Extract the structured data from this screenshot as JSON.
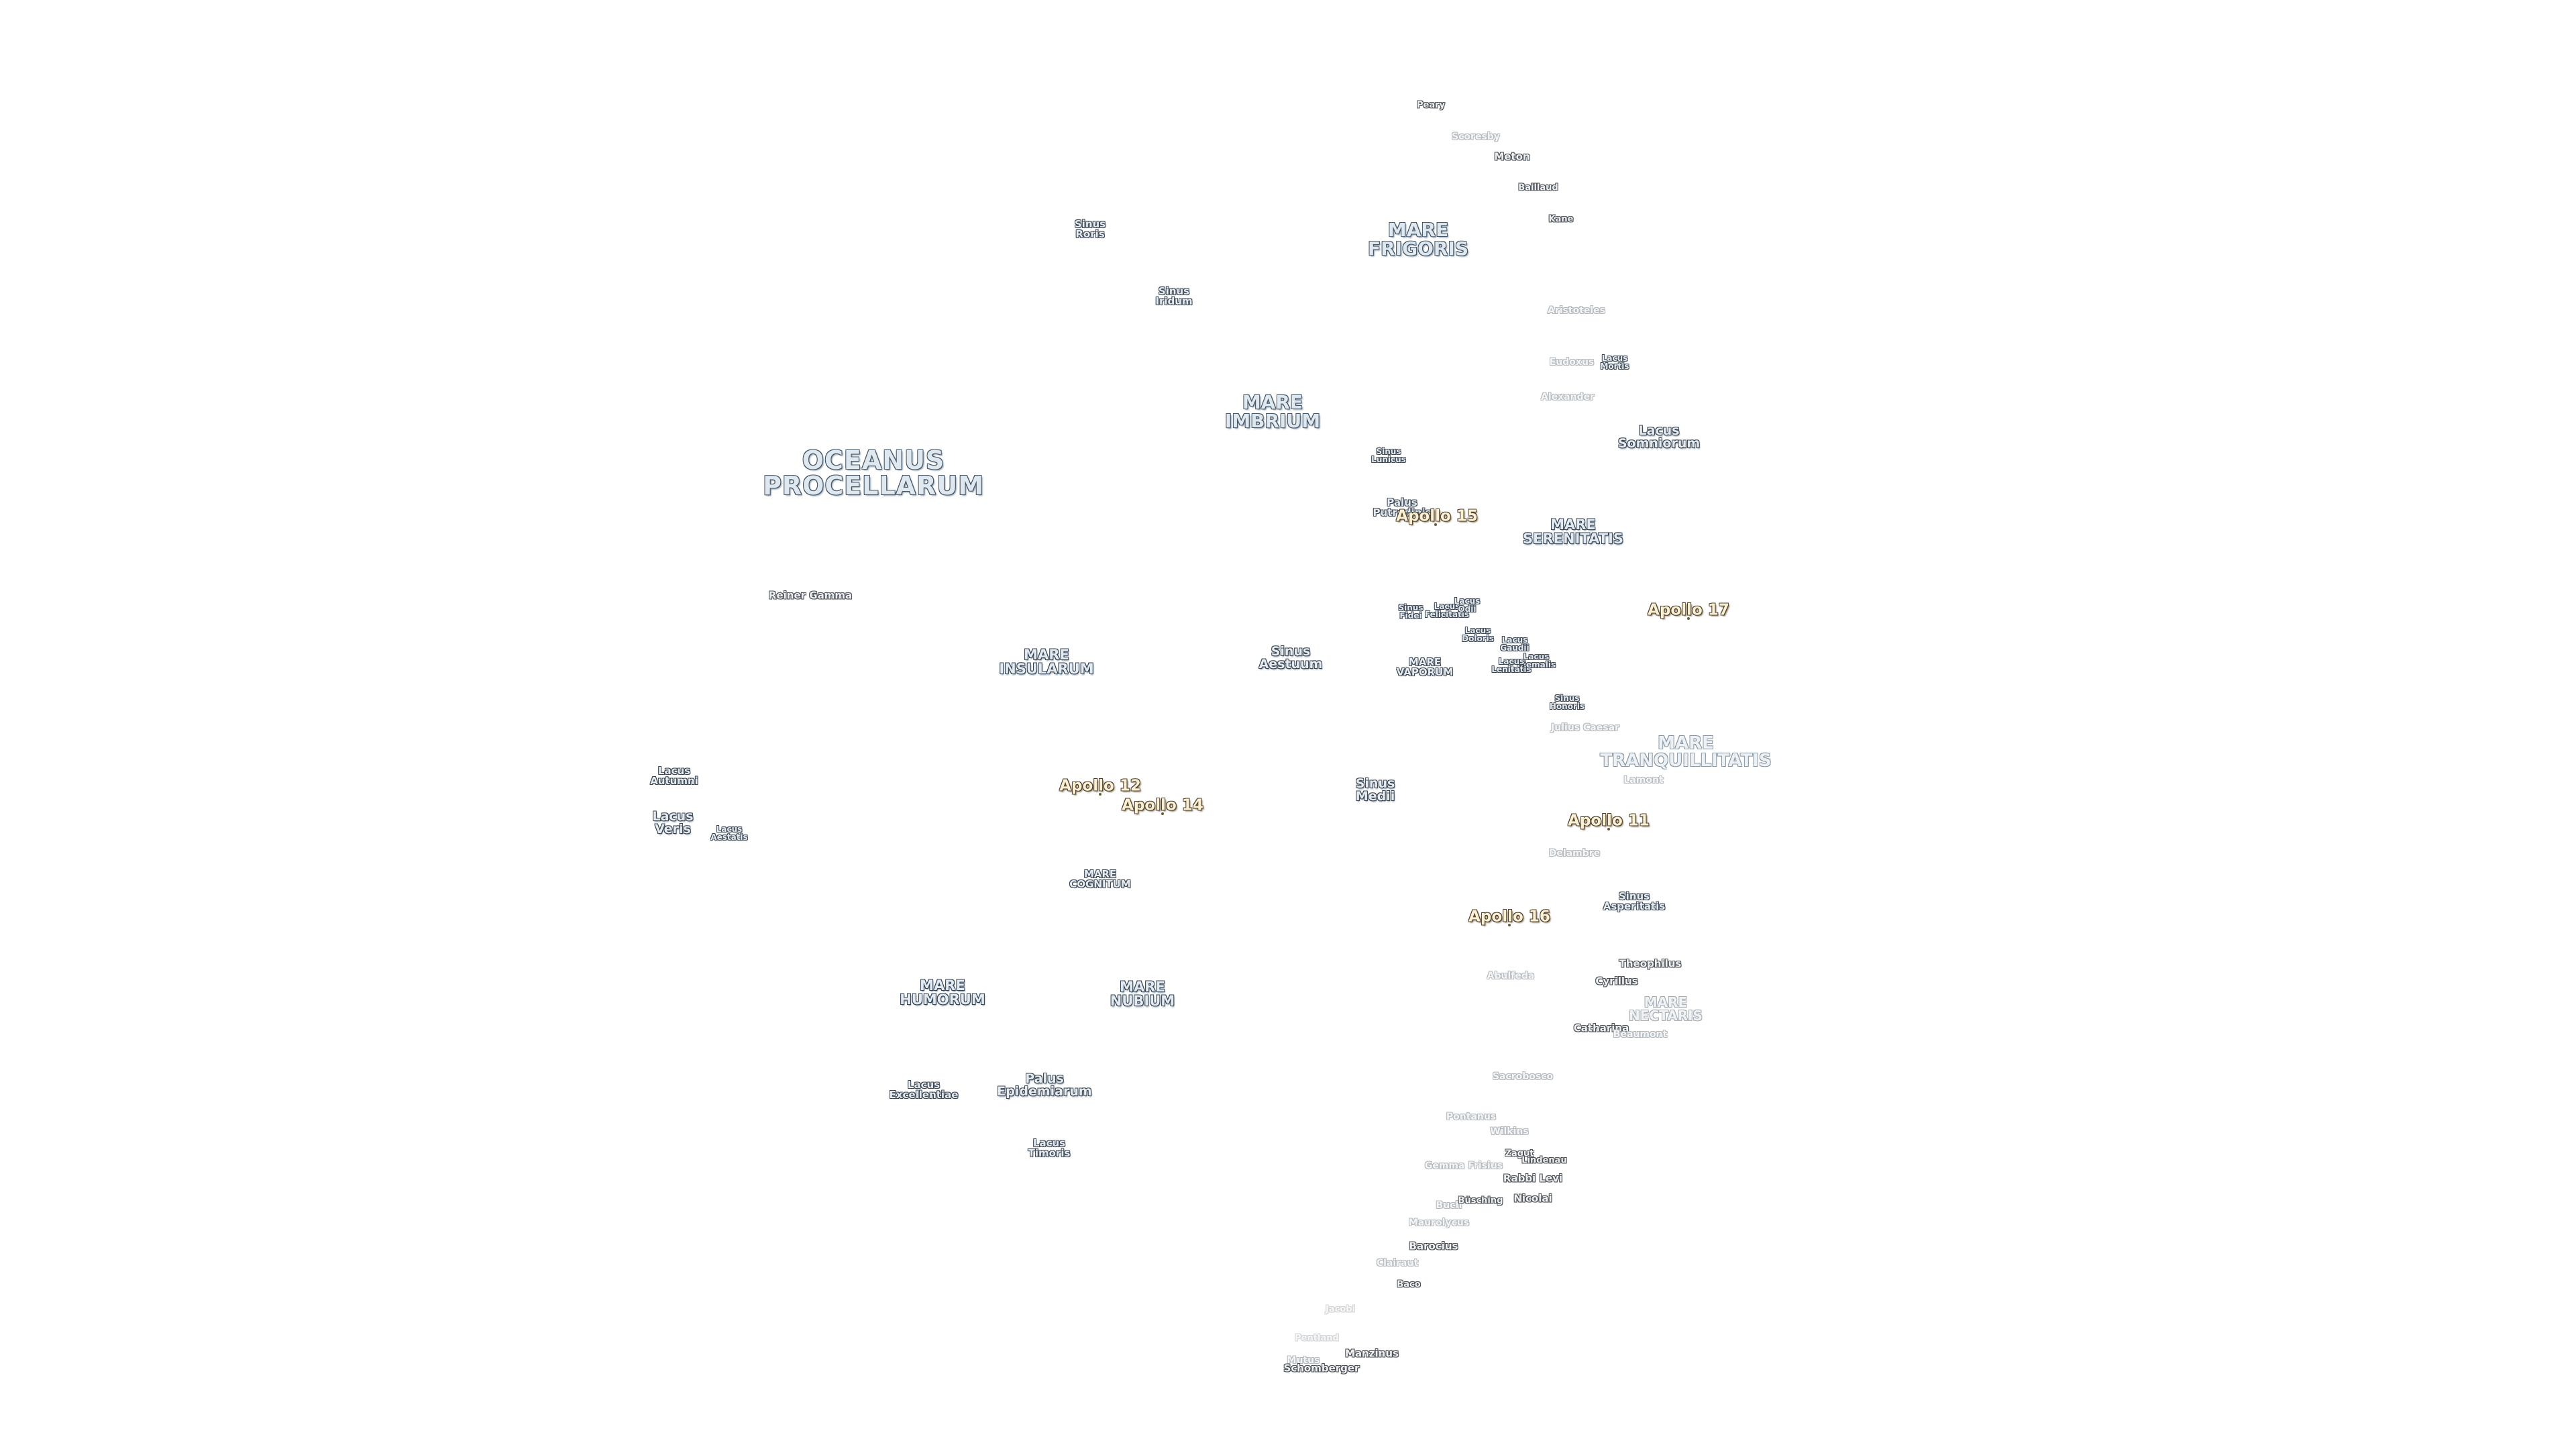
{
  "map": {
    "labels": [
      {
        "text": "OCEANUS\nPROCELLARUM",
        "kind": "sea-xl"
      },
      {
        "text": "MARE\nFRIGORIS",
        "kind": "sea-l"
      },
      {
        "text": "MARE\nIMBRIUM",
        "kind": "sea-l"
      },
      {
        "text": "MARE\nSERENITATIS",
        "kind": "sea-m"
      },
      {
        "text": "MARE\nTRANQUILLITATIS",
        "kind": "sea-faint"
      },
      {
        "text": "MARE\nINSULARUM",
        "kind": "sea-m"
      },
      {
        "text": "MARE\nVAPORUM",
        "kind": "small-s"
      },
      {
        "text": "MARE\nCOGNITUM",
        "kind": "small-s"
      },
      {
        "text": "MARE\nHUMORUM",
        "kind": "sea-m"
      },
      {
        "text": "MARE\nNUBIUM",
        "kind": "sea-m"
      },
      {
        "text": "MARE\nNECTARIS",
        "kind": "sea-faint-m"
      },
      {
        "text": "Sinus\nRoris",
        "kind": "small-s"
      },
      {
        "text": "Sinus\nIridum",
        "kind": "small-s"
      },
      {
        "text": "Sinus\nLunicus",
        "kind": "tiny"
      },
      {
        "text": "Sinus\nAestuum",
        "kind": "small-m"
      },
      {
        "text": "Sinus\nMedii",
        "kind": "small-m"
      },
      {
        "text": "Sinus\nFidei",
        "kind": "tiny"
      },
      {
        "text": "Sinus\nHonoris",
        "kind": "tiny"
      },
      {
        "text": "Sinus\nAsperitatis",
        "kind": "small-s"
      },
      {
        "text": "Lacus\nSomniorum",
        "kind": "small-m"
      },
      {
        "text": "Lacus\nMortis",
        "kind": "tiny"
      },
      {
        "text": "Lacus\nFelicitatis",
        "kind": "tiny"
      },
      {
        "text": "Lacus\nOdii",
        "kind": "tiny"
      },
      {
        "text": "Lacus\nDoloris",
        "kind": "tiny"
      },
      {
        "text": "Lacus\nGaudii",
        "kind": "tiny"
      },
      {
        "text": "Lacus\nHiemalis",
        "kind": "tiny"
      },
      {
        "text": "Lacus\nLenitatis",
        "kind": "tiny"
      },
      {
        "text": "Lacus\nAutumni",
        "kind": "small-s"
      },
      {
        "text": "Lacus\nVeris",
        "kind": "small-m"
      },
      {
        "text": "Lacus\nAestatis",
        "kind": "tiny"
      },
      {
        "text": "Lacus\nExcellentiae",
        "kind": "small-s"
      },
      {
        "text": "Lacus\nTimoris",
        "kind": "small-s"
      },
      {
        "text": "Palus\nPutredinis",
        "kind": "small-s"
      },
      {
        "text": "Palus\nEpidemiarum",
        "kind": "small-m"
      },
      {
        "text": "Reiner Gamma",
        "kind": "crater"
      },
      {
        "text": "Peary",
        "kind": "crater-s"
      },
      {
        "text": "Scoresby",
        "kind": "crater-faint"
      },
      {
        "text": "Meton",
        "kind": "crater"
      },
      {
        "text": "Baillaud",
        "kind": "crater-s"
      },
      {
        "text": "Kane",
        "kind": "crater-s"
      },
      {
        "text": "Aristoteles",
        "kind": "crater-faint"
      },
      {
        "text": "Eudoxus",
        "kind": "crater-faint"
      },
      {
        "text": "Alexander",
        "kind": "crater-faint"
      },
      {
        "text": "Julius Caesar",
        "kind": "crater-faint"
      },
      {
        "text": "Lamont",
        "kind": "crater-faint"
      },
      {
        "text": "Delambre",
        "kind": "crater-faint"
      },
      {
        "text": "Theophilus",
        "kind": "crater"
      },
      {
        "text": "Cyrillus",
        "kind": "crater"
      },
      {
        "text": "Catharina",
        "kind": "crater"
      },
      {
        "text": "Beaumont",
        "kind": "crater-faint"
      },
      {
        "text": "Abulfeda",
        "kind": "crater-faint"
      },
      {
        "text": "Sacrobosco",
        "kind": "crater-faint"
      },
      {
        "text": "Pontanus",
        "kind": "crater-faint"
      },
      {
        "text": "Wilkins",
        "kind": "crater-faint"
      },
      {
        "text": "Zagut",
        "kind": "crater-s"
      },
      {
        "text": "Lindenau",
        "kind": "crater-s"
      },
      {
        "text": "Gemma Frisius",
        "kind": "crater-faint"
      },
      {
        "text": "Rabbi Levi",
        "kind": "crater"
      },
      {
        "text": "Buch",
        "kind": "crater-faint"
      },
      {
        "text": "Büsching",
        "kind": "crater-s"
      },
      {
        "text": "Nicolai",
        "kind": "crater"
      },
      {
        "text": "Maurolycus",
        "kind": "crater-faint"
      },
      {
        "text": "Barocius",
        "kind": "crater"
      },
      {
        "text": "Clairaut",
        "kind": "crater-faint"
      },
      {
        "text": "Baco",
        "kind": "crater-s"
      },
      {
        "text": "Jacobi",
        "kind": "crater-vfaint"
      },
      {
        "text": "Pentland",
        "kind": "crater-vfaint"
      },
      {
        "text": "Manzinus",
        "kind": "crater"
      },
      {
        "text": "Mutus",
        "kind": "crater-faint"
      },
      {
        "text": "Schomberger",
        "kind": "crater"
      },
      {
        "text": "Apollo 15",
        "kind": "apollo"
      },
      {
        "text": "Apollo 17",
        "kind": "apollo"
      },
      {
        "text": "Apollo 12",
        "kind": "apollo"
      },
      {
        "text": "Apollo 14",
        "kind": "apollo"
      },
      {
        "text": "Apollo 11",
        "kind": "apollo"
      },
      {
        "text": "Apollo 16",
        "kind": "apollo"
      }
    ]
  }
}
